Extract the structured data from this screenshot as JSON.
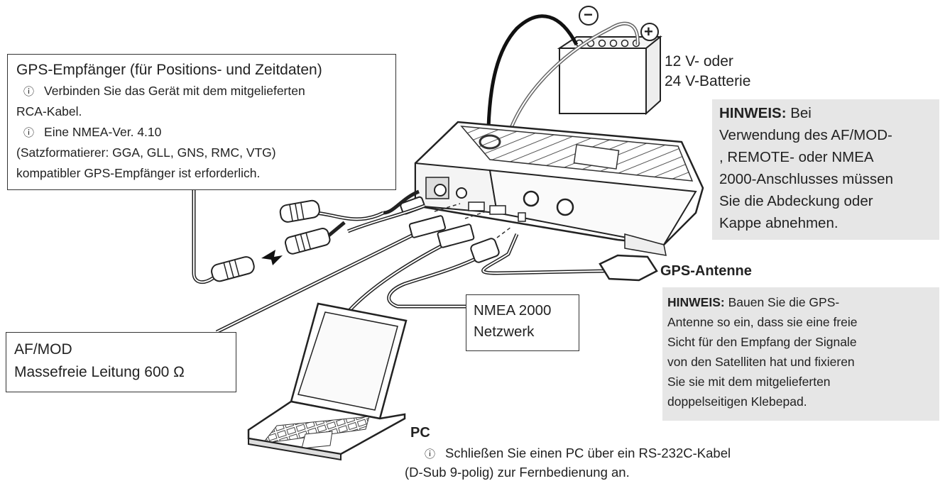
{
  "gps_receiver_box": {
    "title": "GPS-Empfänger (für Positions- und Zeitdaten)",
    "line1_symbol": "ⓘ",
    "line1": "Verbinden Sie das Gerät mit dem mitgelieferten",
    "line2": "RCA-Kabel.",
    "line3_symbol": "ⓘ",
    "line3": "Eine NMEA-Ver. 4.10",
    "line4": "(Satzformatierer: GGA, GLL, GNS, RMC, VTG)",
    "line5": "kompatibler GPS-Empfänger ist erforderlich."
  },
  "battery": {
    "minus": "−",
    "plus": "+",
    "line1": "12 V- oder",
    "line2": "24 V-Batterie"
  },
  "note_connectors": {
    "label": "HINWEIS:",
    "line1_rest": "Bei",
    "line2": "Verwendung des AF/MOD-",
    "line3": ", REMOTE- oder NMEA",
    "line4": "2000-Anschlusses müssen",
    "line5": "Sie die Abdeckung oder",
    "line6": "Kappe abnehmen."
  },
  "gps_antenna": {
    "label": "GPS-Antenne"
  },
  "note_antenna": {
    "label": "HINWEIS:",
    "line1_rest": "Bauen Sie die GPS-",
    "line2": "Antenne so ein, dass sie eine freie",
    "line3": "Sicht für den Empfang der Signale",
    "line4": "von den Satelliten hat und fixieren",
    "line5": "Sie sie mit dem mitgelieferten",
    "line6": "doppelseitigen Klebepad."
  },
  "nmea_box": {
    "line1": "NMEA 2000",
    "line2": "Netzwerk"
  },
  "afmod_box": {
    "line1": "AF/MOD",
    "line2": "Massefreie Leitung 600 Ω"
  },
  "pc": {
    "label": "PC",
    "note_symbol": "ⓘ",
    "note_line1": "Schließen Sie einen PC über ein RS-232C-Kabel",
    "note_line2": "(D-Sub 9-polig) zur Fernbedienung an."
  }
}
